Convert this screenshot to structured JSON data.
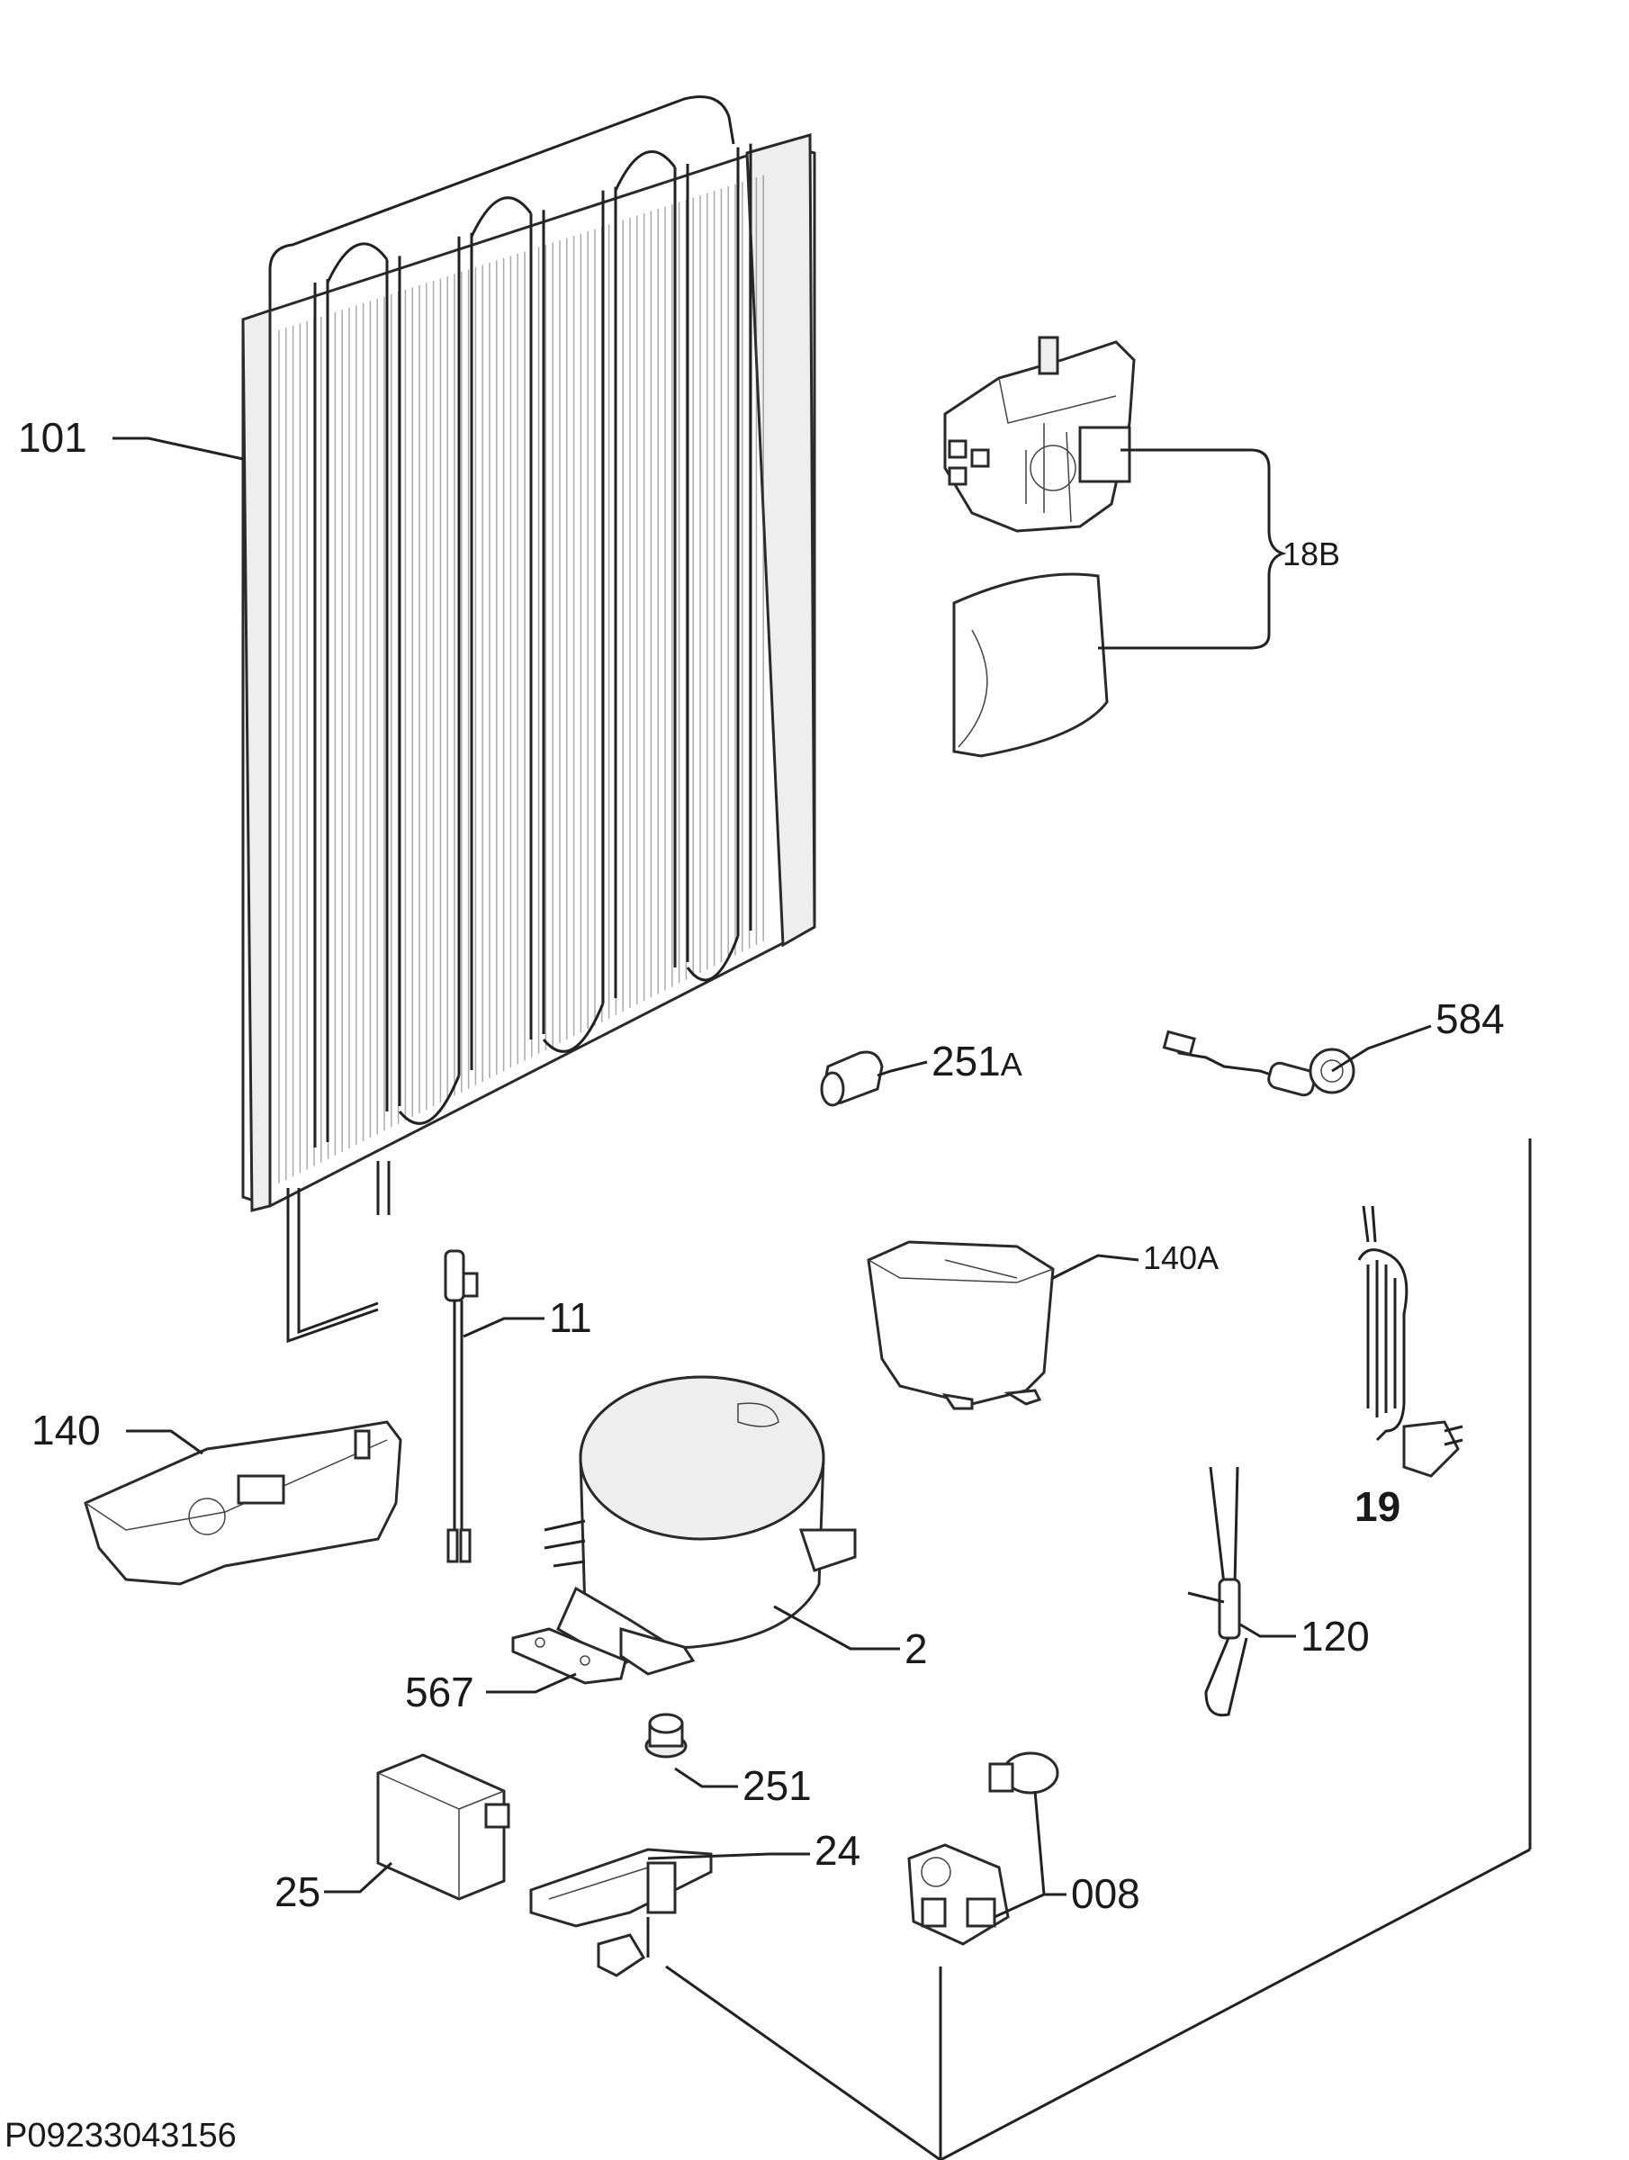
{
  "drawing_code": "P09233043156",
  "callouts": {
    "p101": "101",
    "p18b": "18B",
    "p584": "584",
    "p251a": "251",
    "p251a_suffix": "A",
    "p140a": "140A",
    "p11": "11",
    "p140": "140",
    "p19": "19",
    "p2": "2",
    "p120": "120",
    "p567": "567",
    "p251": "251",
    "p24": "24",
    "p008": "008",
    "p25": "25"
  }
}
